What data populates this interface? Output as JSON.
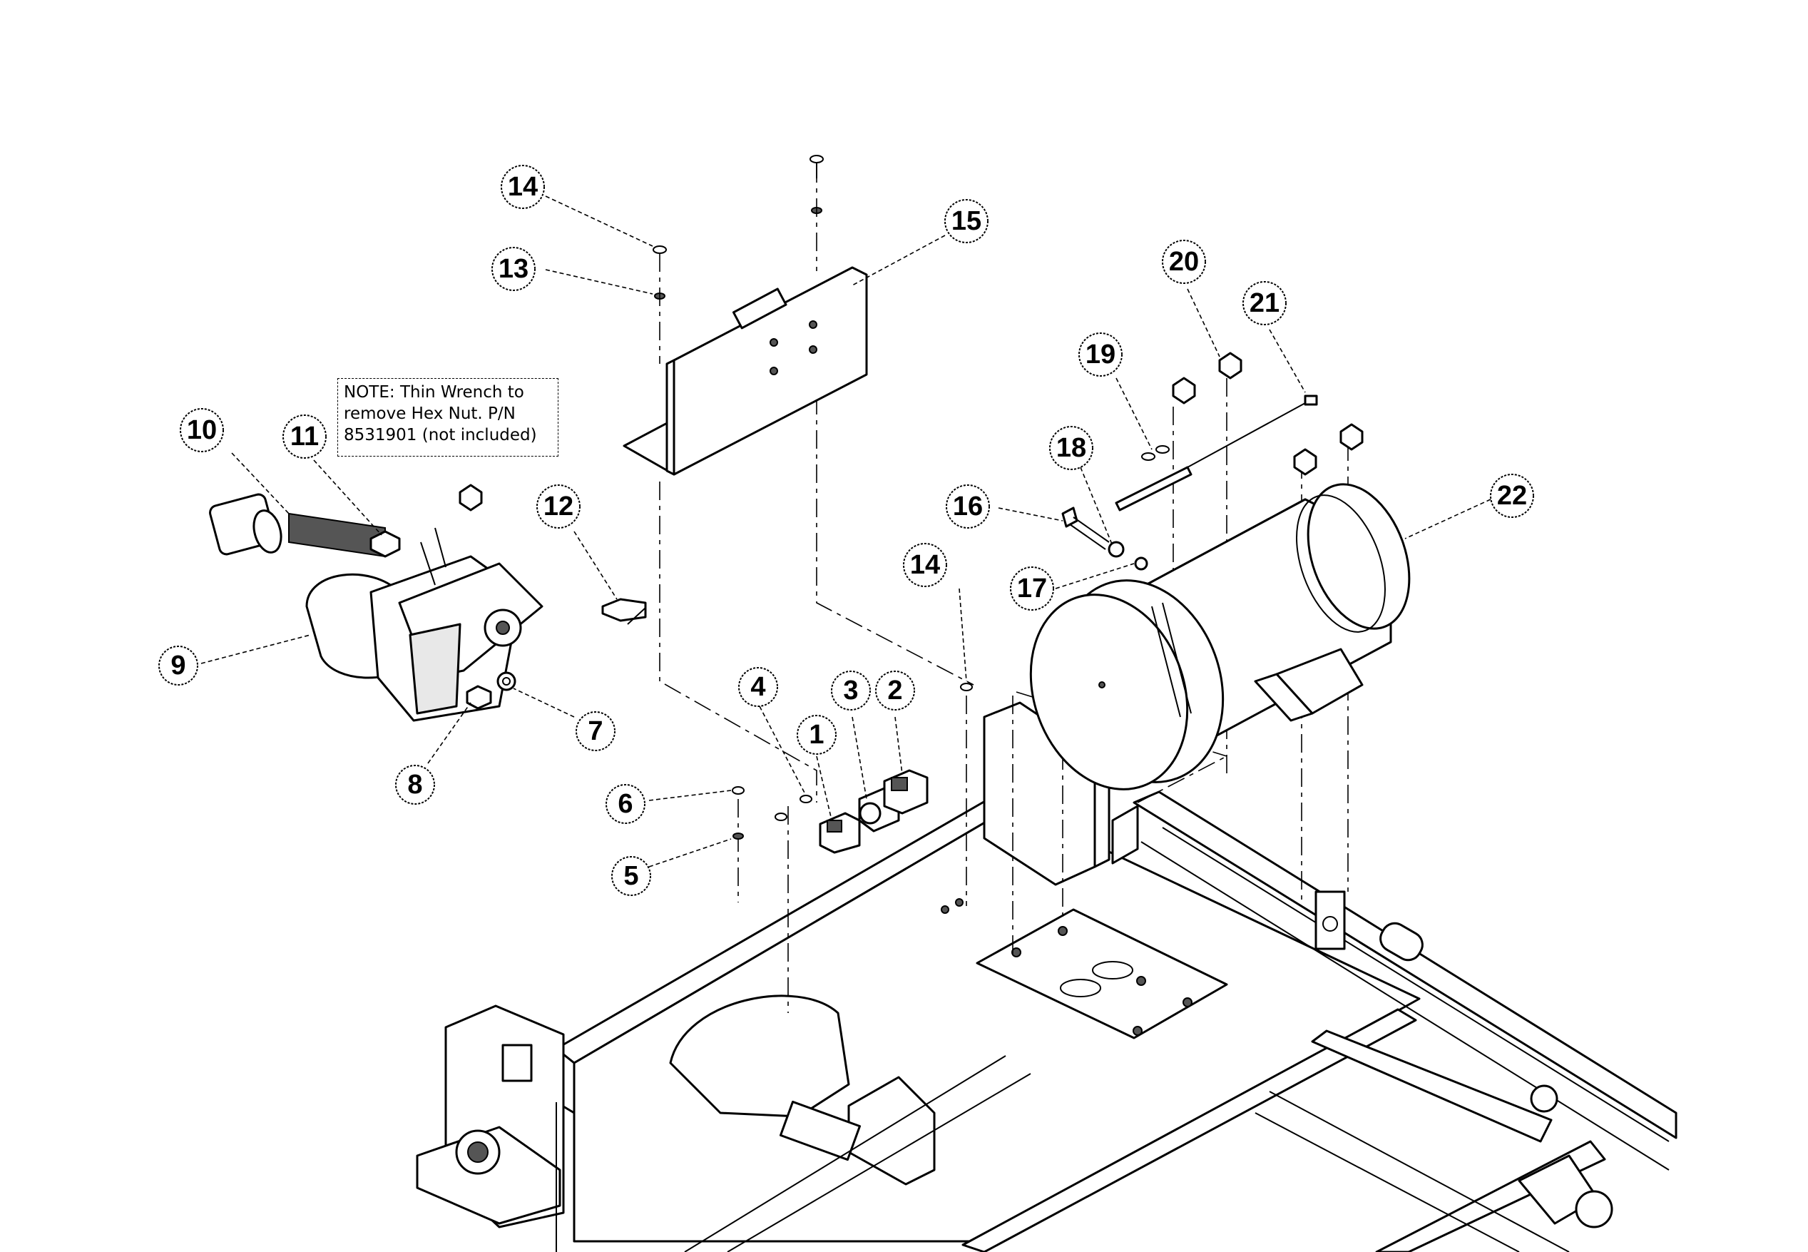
{
  "note": {
    "line1": "NOTE: Thin Wrench to",
    "line2": "remove Hex Nut.  P/N",
    "line3": "8531901 (not included)"
  },
  "callouts": [
    "1",
    "2",
    "3",
    "4",
    "5",
    "6",
    "7",
    "8",
    "9",
    "10",
    "11",
    "12",
    "13",
    "14",
    "14",
    "15",
    "16",
    "17",
    "18",
    "19",
    "20",
    "21",
    "22"
  ]
}
